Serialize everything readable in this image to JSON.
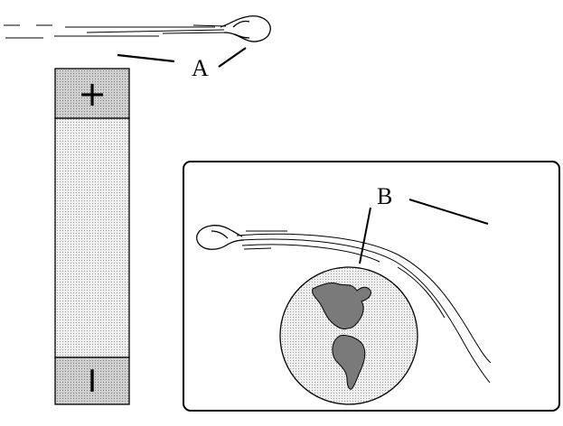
{
  "labels": {
    "a": "A",
    "b": "B",
    "positive_terminal": "+",
    "negative_terminal": "I"
  },
  "colors": {
    "stroke": "#000000",
    "terminal_fill": "#c8c8c8",
    "tube_fill": "#ebebeb",
    "globe_fill": "#e6e6e6",
    "continent_fill": "#7a7a7a"
  }
}
